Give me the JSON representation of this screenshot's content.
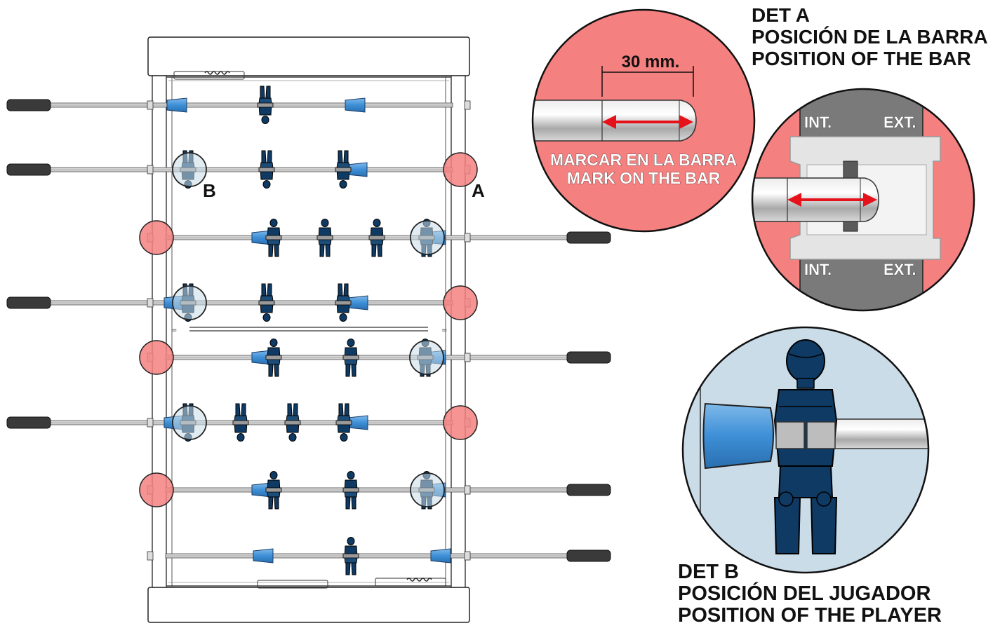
{
  "table": {
    "marker_a": "A",
    "marker_b": "B"
  },
  "detail_a": {
    "title": "DET A",
    "line1": "POSICIÓN DE LA BARRA",
    "line2": "POSITION OF THE BAR",
    "measure": "30 mm.",
    "mark_es": "MARCAR EN LA BARRA",
    "mark_en": "MARK ON THE BAR",
    "int_top": "INT.",
    "ext_top": "EXT.",
    "int_bottom": "INT.",
    "ext_bottom": "EXT."
  },
  "detail_b": {
    "title": "DET B",
    "line1": "POSICIÓN DEL JUGADOR",
    "line2": "POSITION OF THE PLAYER"
  },
  "colors": {
    "highlight_red": "#f48080",
    "highlight_blue": "#c9dce8",
    "player_navy": "#0e3a63",
    "bumper_blue": "#3d8fd6",
    "arrow_red": "#e6121b",
    "handle_dark": "#3a3a3a",
    "housing_gray": "#7a7a7a"
  }
}
